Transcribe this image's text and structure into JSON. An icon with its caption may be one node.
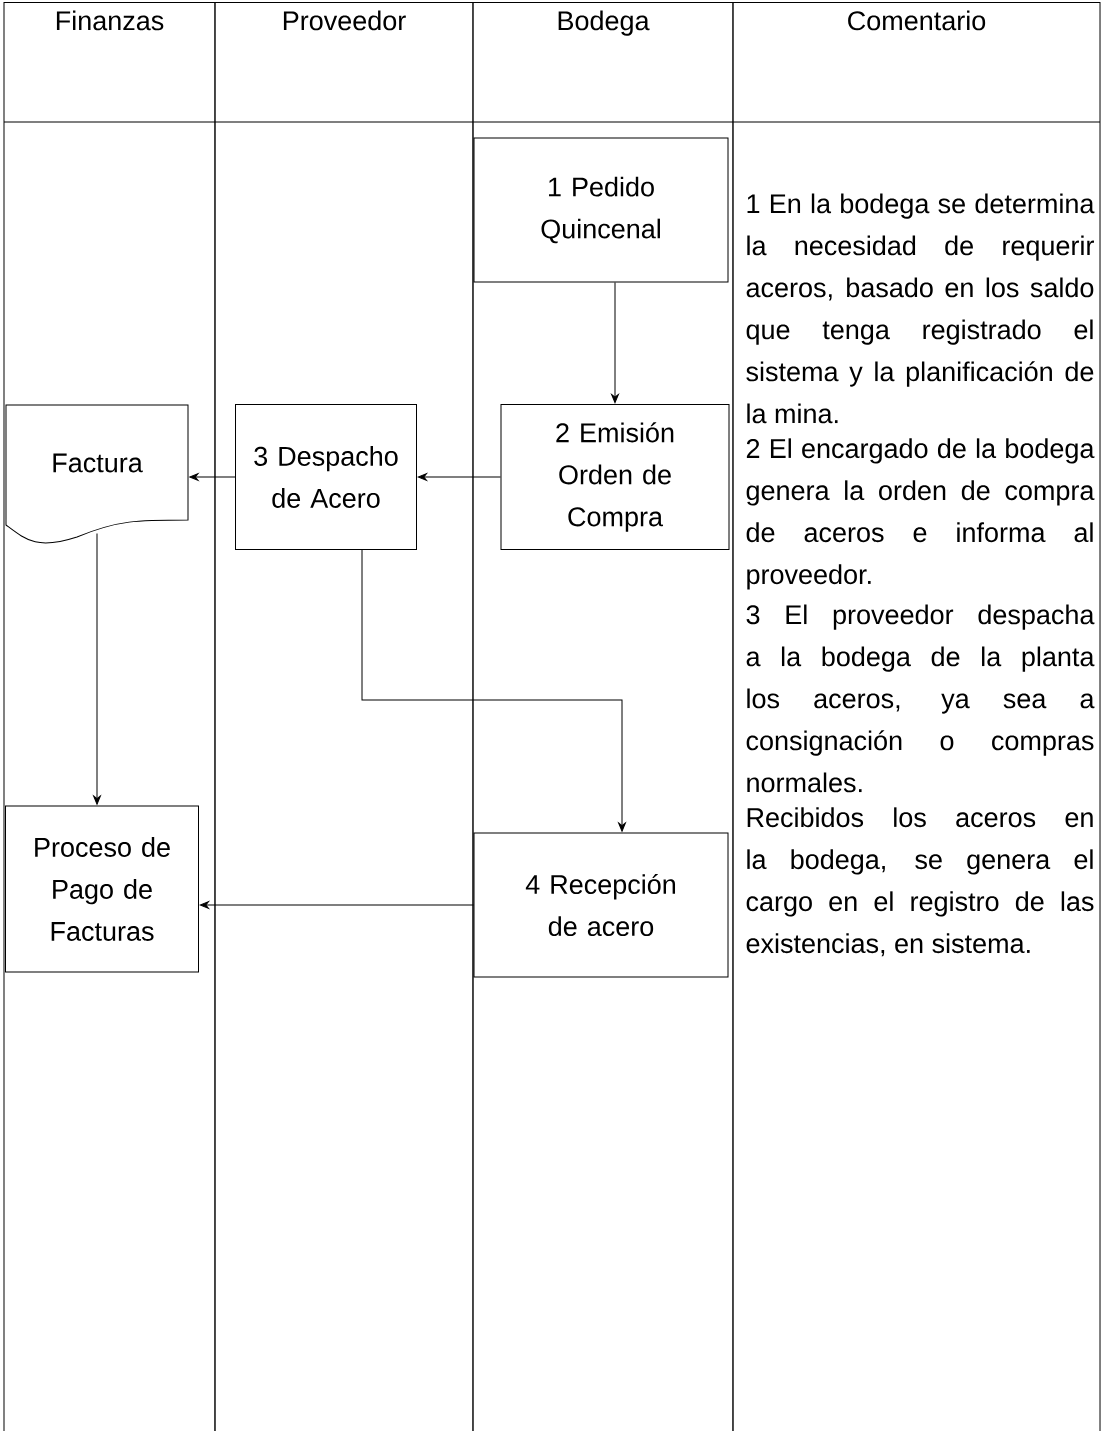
{
  "diagram": {
    "nodes": [
      {
        "text": [
          "Finanzas"
        ]
      },
      {
        "text": [
          "Proveedor"
        ]
      },
      {
        "text": [
          "Bodega"
        ]
      },
      {
        "text": [
          "Comentario",
          "1 En la bodega se determina la necesidad de requerir aceros, basado en los saldo que tenga registrado el sistema y la planificación de la mina.",
          "2 El encargado de la bodega genera la orden de compra de aceros e informa al proveedor.",
          "3 El proveedor despacha a la bodega de la planta los aceros, ya sea a consignación o compras normales.",
          "Recibidos los aceros en la bodega, se genera el cargo en el registro de las existencias, en sistema."
        ]
      },
      {
        "text": [
          "1 Pedido Quincenal"
        ],
        "in": 2
      },
      {
        "text": [
          "Factura"
        ],
        "in": 0
      },
      {
        "text": [
          "3 Despacho de Acero"
        ],
        "in": 1
      },
      {
        "text": [
          "2 Emisión Orden de Compra"
        ],
        "in": 2
      },
      {
        "text": [
          "Proceso de Pago de Facturas"
        ],
        "in": 0
      },
      {
        "text": [
          "4 Recepción de acero"
        ],
        "in": 2
      }
    ],
    "edges": [
      {
        "from": 4,
        "to": 7,
        "arrow": "to"
      },
      {
        "from": 7,
        "to": 6,
        "arrow": "to"
      },
      {
        "from": 6,
        "to": 5,
        "arrow": "to"
      },
      {
        "from": 6,
        "to": 9,
        "arrow": "to"
      },
      {
        "from": 5,
        "to": 8,
        "arrow": "to"
      },
      {
        "from": 9,
        "to": 8,
        "arrow": "to"
      }
    ]
  }
}
